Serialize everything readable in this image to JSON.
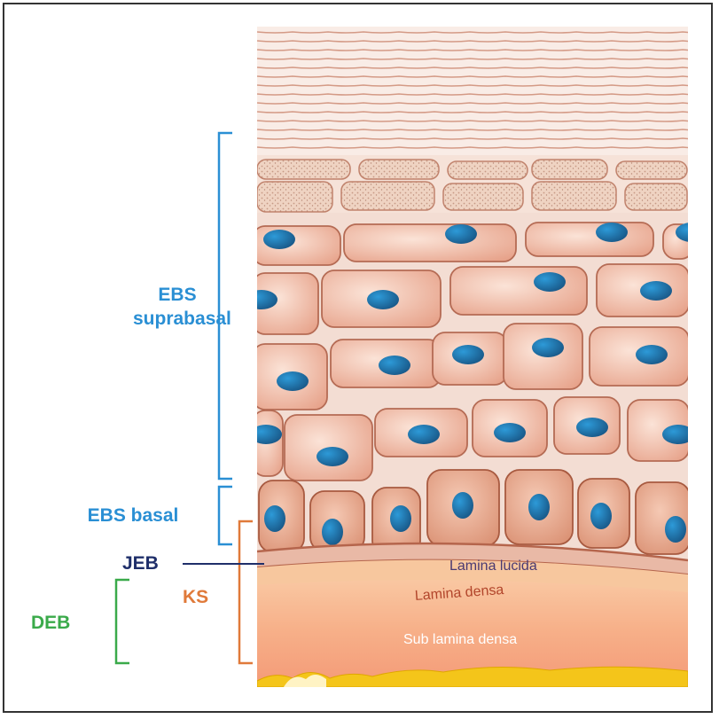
{
  "labels": {
    "ebs_suprabasal": [
      "EBS",
      "suprabasal"
    ],
    "ebs_basal": "EBS basal",
    "jeb": "JEB",
    "deb": "DEB",
    "ks": "KS",
    "lamina_lucida": "Lamina lucida",
    "lamina_densa": "Lamina densa",
    "sub_lamina_densa": "Sub lamina densa"
  },
  "colors": {
    "ebs": "#2a8fd4",
    "jeb": "#1f2f6a",
    "deb": "#3aaa4a",
    "ks": "#e07a3a",
    "cell_fill": "#f2c1ad",
    "nucleus": "#1f6ea8"
  }
}
